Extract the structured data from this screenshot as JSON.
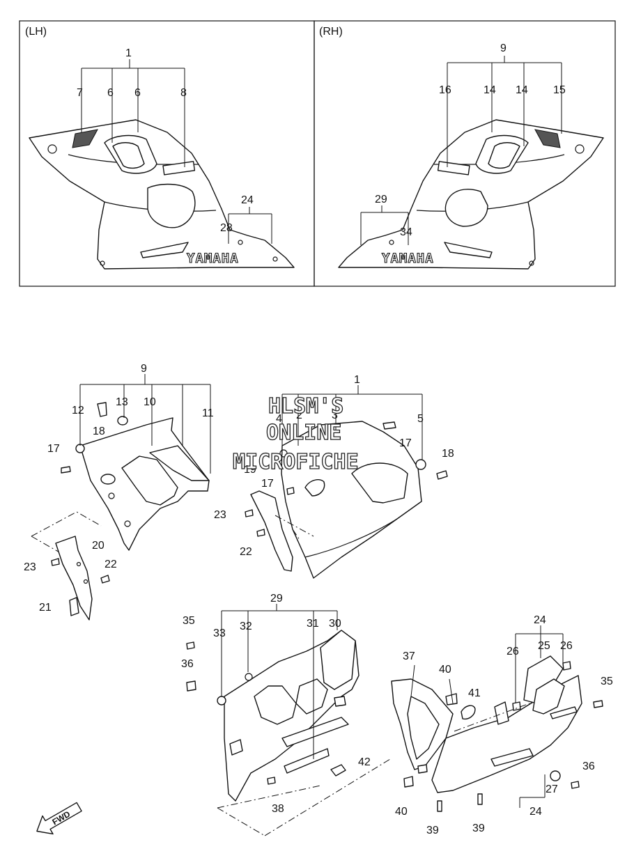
{
  "panels": {
    "lh": {
      "label": "(LH)",
      "brand": "YAMAHA"
    },
    "rh": {
      "label": "(RH)",
      "brand": "YAMAHA"
    }
  },
  "watermark": [
    "HLSM'S",
    "ONLINE",
    "MICROFICHE"
  ],
  "fwd_label": "FWD",
  "callouts": {
    "c1a": "1",
    "c7": "7",
    "c6a": "6",
    "c6b": "6",
    "c8": "8",
    "c24a": "24",
    "c28": "28",
    "c9a": "9",
    "c16": "16",
    "c14a": "14",
    "c14b": "14",
    "c15": "15",
    "c29a": "29",
    "c34": "34",
    "c9b": "9",
    "c12": "12",
    "c13": "13",
    "c10": "10",
    "c11": "11",
    "c18a": "18",
    "c17a": "17",
    "c20": "20",
    "c23a": "23",
    "c22a": "22",
    "c21": "21",
    "c1b": "1",
    "c4": "4",
    "c2": "2",
    "c3": "3",
    "c5": "5",
    "c17b": "17",
    "c18b": "18",
    "c19": "19",
    "c17c": "17",
    "c23b": "23",
    "c22b": "22",
    "c29b": "29",
    "c35a": "35",
    "c33": "33",
    "c32": "32",
    "c31": "31",
    "c30": "30",
    "c36a": "36",
    "c42": "42",
    "c38": "38",
    "c24b": "24",
    "c37": "37",
    "c26a": "26",
    "c25": "25",
    "c26b": "26",
    "c35b": "35",
    "c40a": "40",
    "c41": "41",
    "c36b": "36",
    "c27": "27",
    "c40b": "40",
    "c39a": "39",
    "c39b": "39",
    "c24c": "24"
  }
}
